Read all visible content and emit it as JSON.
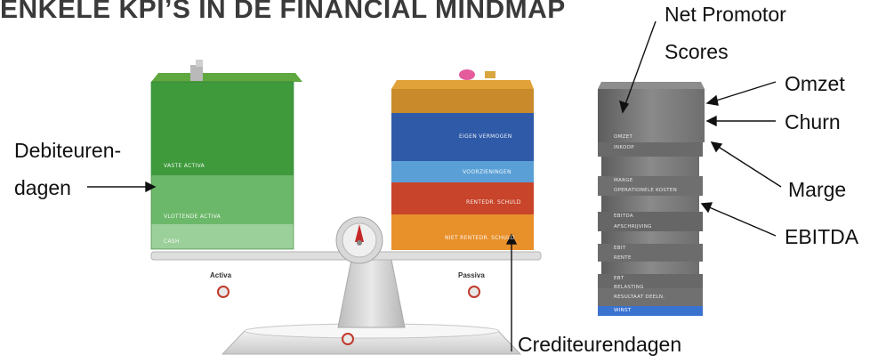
{
  "title": "ENKELE KPI’S IN DE FINANCIAL MINDMAP",
  "callouts": {
    "net_promotor_line1": "Net Promotor",
    "net_promotor_line2": "Scores",
    "omzet": "Omzet",
    "churn": "Churn",
    "marge": "Marge",
    "ebitda": "EBITDA",
    "debiteuren_line1": "Debiteuren-",
    "debiteuren_line2": "dagen",
    "crediteuren": "Crediteurendagen"
  },
  "balance": {
    "left_label": "Activa",
    "right_label": "Passiva",
    "left_layers": [
      "VASTE ACTIVA",
      "VLOTTENDE ACTIVA",
      "CASH"
    ],
    "right_layers": [
      "EIGEN VERMOGEN",
      "VOORZIENINGEN",
      "RENTEDR. SCHULD",
      "NIET RENTEDR. SCHULD"
    ]
  },
  "stack": {
    "rows": [
      "OMZET",
      "INKOOP",
      "MARGE",
      "OPERATIONELE KOSTEN",
      "EBITDA",
      "AFSCHRIJVING",
      "EBIT",
      "RENTE",
      "EBT",
      "BELASTING",
      "RESULTAAT DEELN.",
      "WINST"
    ]
  },
  "colors": {
    "green_top": "#4aa84a",
    "blue_top": "#2f5aa8",
    "red_layer": "#c8442a",
    "orange_layer": "#e8902a",
    "gray_stack": "#7a7a7a",
    "winst_blue": "#3a72d0"
  }
}
